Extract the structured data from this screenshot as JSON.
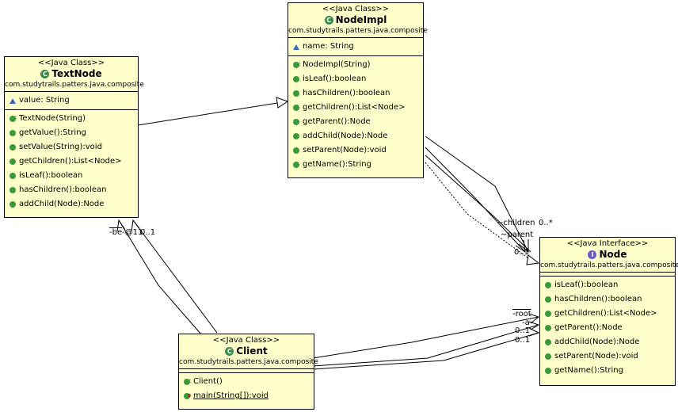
{
  "text_node": {
    "stereotype": "<<Java Class>>",
    "icon": "C",
    "name": "TextNode",
    "package": "com.studytrails.patters.java.composite",
    "attributes": [
      "value: String"
    ],
    "methods": [
      "TextNode(String)",
      "getValue():String",
      "setValue(String):void",
      "getChildren():List<Node>",
      "isLeaf():boolean",
      "hasChildren():boolean",
      "addChild(Node):Node"
    ]
  },
  "node_impl": {
    "stereotype": "<<Java Class>>",
    "icon": "C",
    "name": "NodeImpl",
    "package": "com.studytrails.patters.java.composite",
    "attributes": [
      "name: String"
    ],
    "methods": [
      "NodeImpl(String)",
      "isLeaf():boolean",
      "hasChildren():boolean",
      "getChildren():List<Node>",
      "getParent():Node",
      "addChild(Node):Node",
      "setParent(Node):void",
      "getName():String"
    ]
  },
  "node": {
    "stereotype": "<<Java Interface>>",
    "icon": "I",
    "name": "Node",
    "package": "com.studytrails.patters.java.composite",
    "methods": [
      "isLeaf():boolean",
      "hasChildren():boolean",
      "getChildren():List<Node>",
      "getParent():Node",
      "addChild(Node):Node",
      "setParent(Node):void",
      "getName():String"
    ]
  },
  "client": {
    "stereotype": "<<Java Class>>",
    "icon": "C",
    "name": "Client",
    "package": "com.studytrails.patters.java.composite",
    "methods": [
      "Client()",
      "main(String[]):void"
    ]
  },
  "labels": {
    "children": "~children",
    "children_mult": "0..*",
    "parent": "~parent",
    "parent_mult": "0..1",
    "root": "-root",
    "root_a": "-a",
    "client_mult_1": "0..1",
    "client_mult_2": "0..1",
    "textnode_left": "-be",
    "textnode_right": "-@11",
    "textnode_mult": "0..1"
  }
}
